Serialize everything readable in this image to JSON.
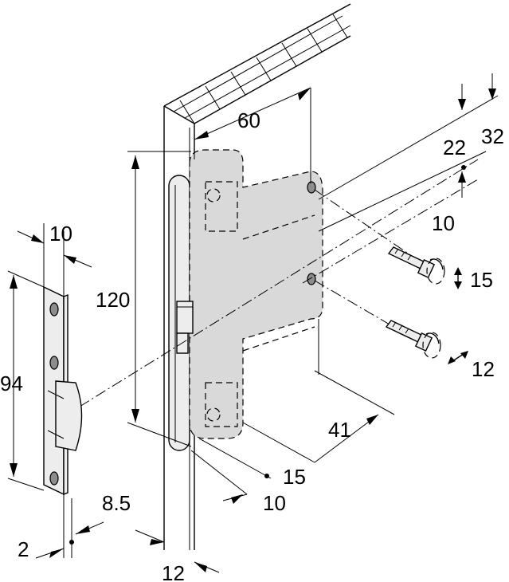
{
  "dimensions": {
    "d60": "60",
    "d32": "32",
    "d22": "22",
    "d10_top": "10",
    "d10_left": "10",
    "d120": "120",
    "d94": "94",
    "d15_arrow": "15",
    "d12_arrow": "12",
    "d41": "41",
    "d15_bottom": "15",
    "d10_bottom": "10",
    "d8_5": "8.5",
    "d2": "2",
    "d12_bottom": "12"
  }
}
